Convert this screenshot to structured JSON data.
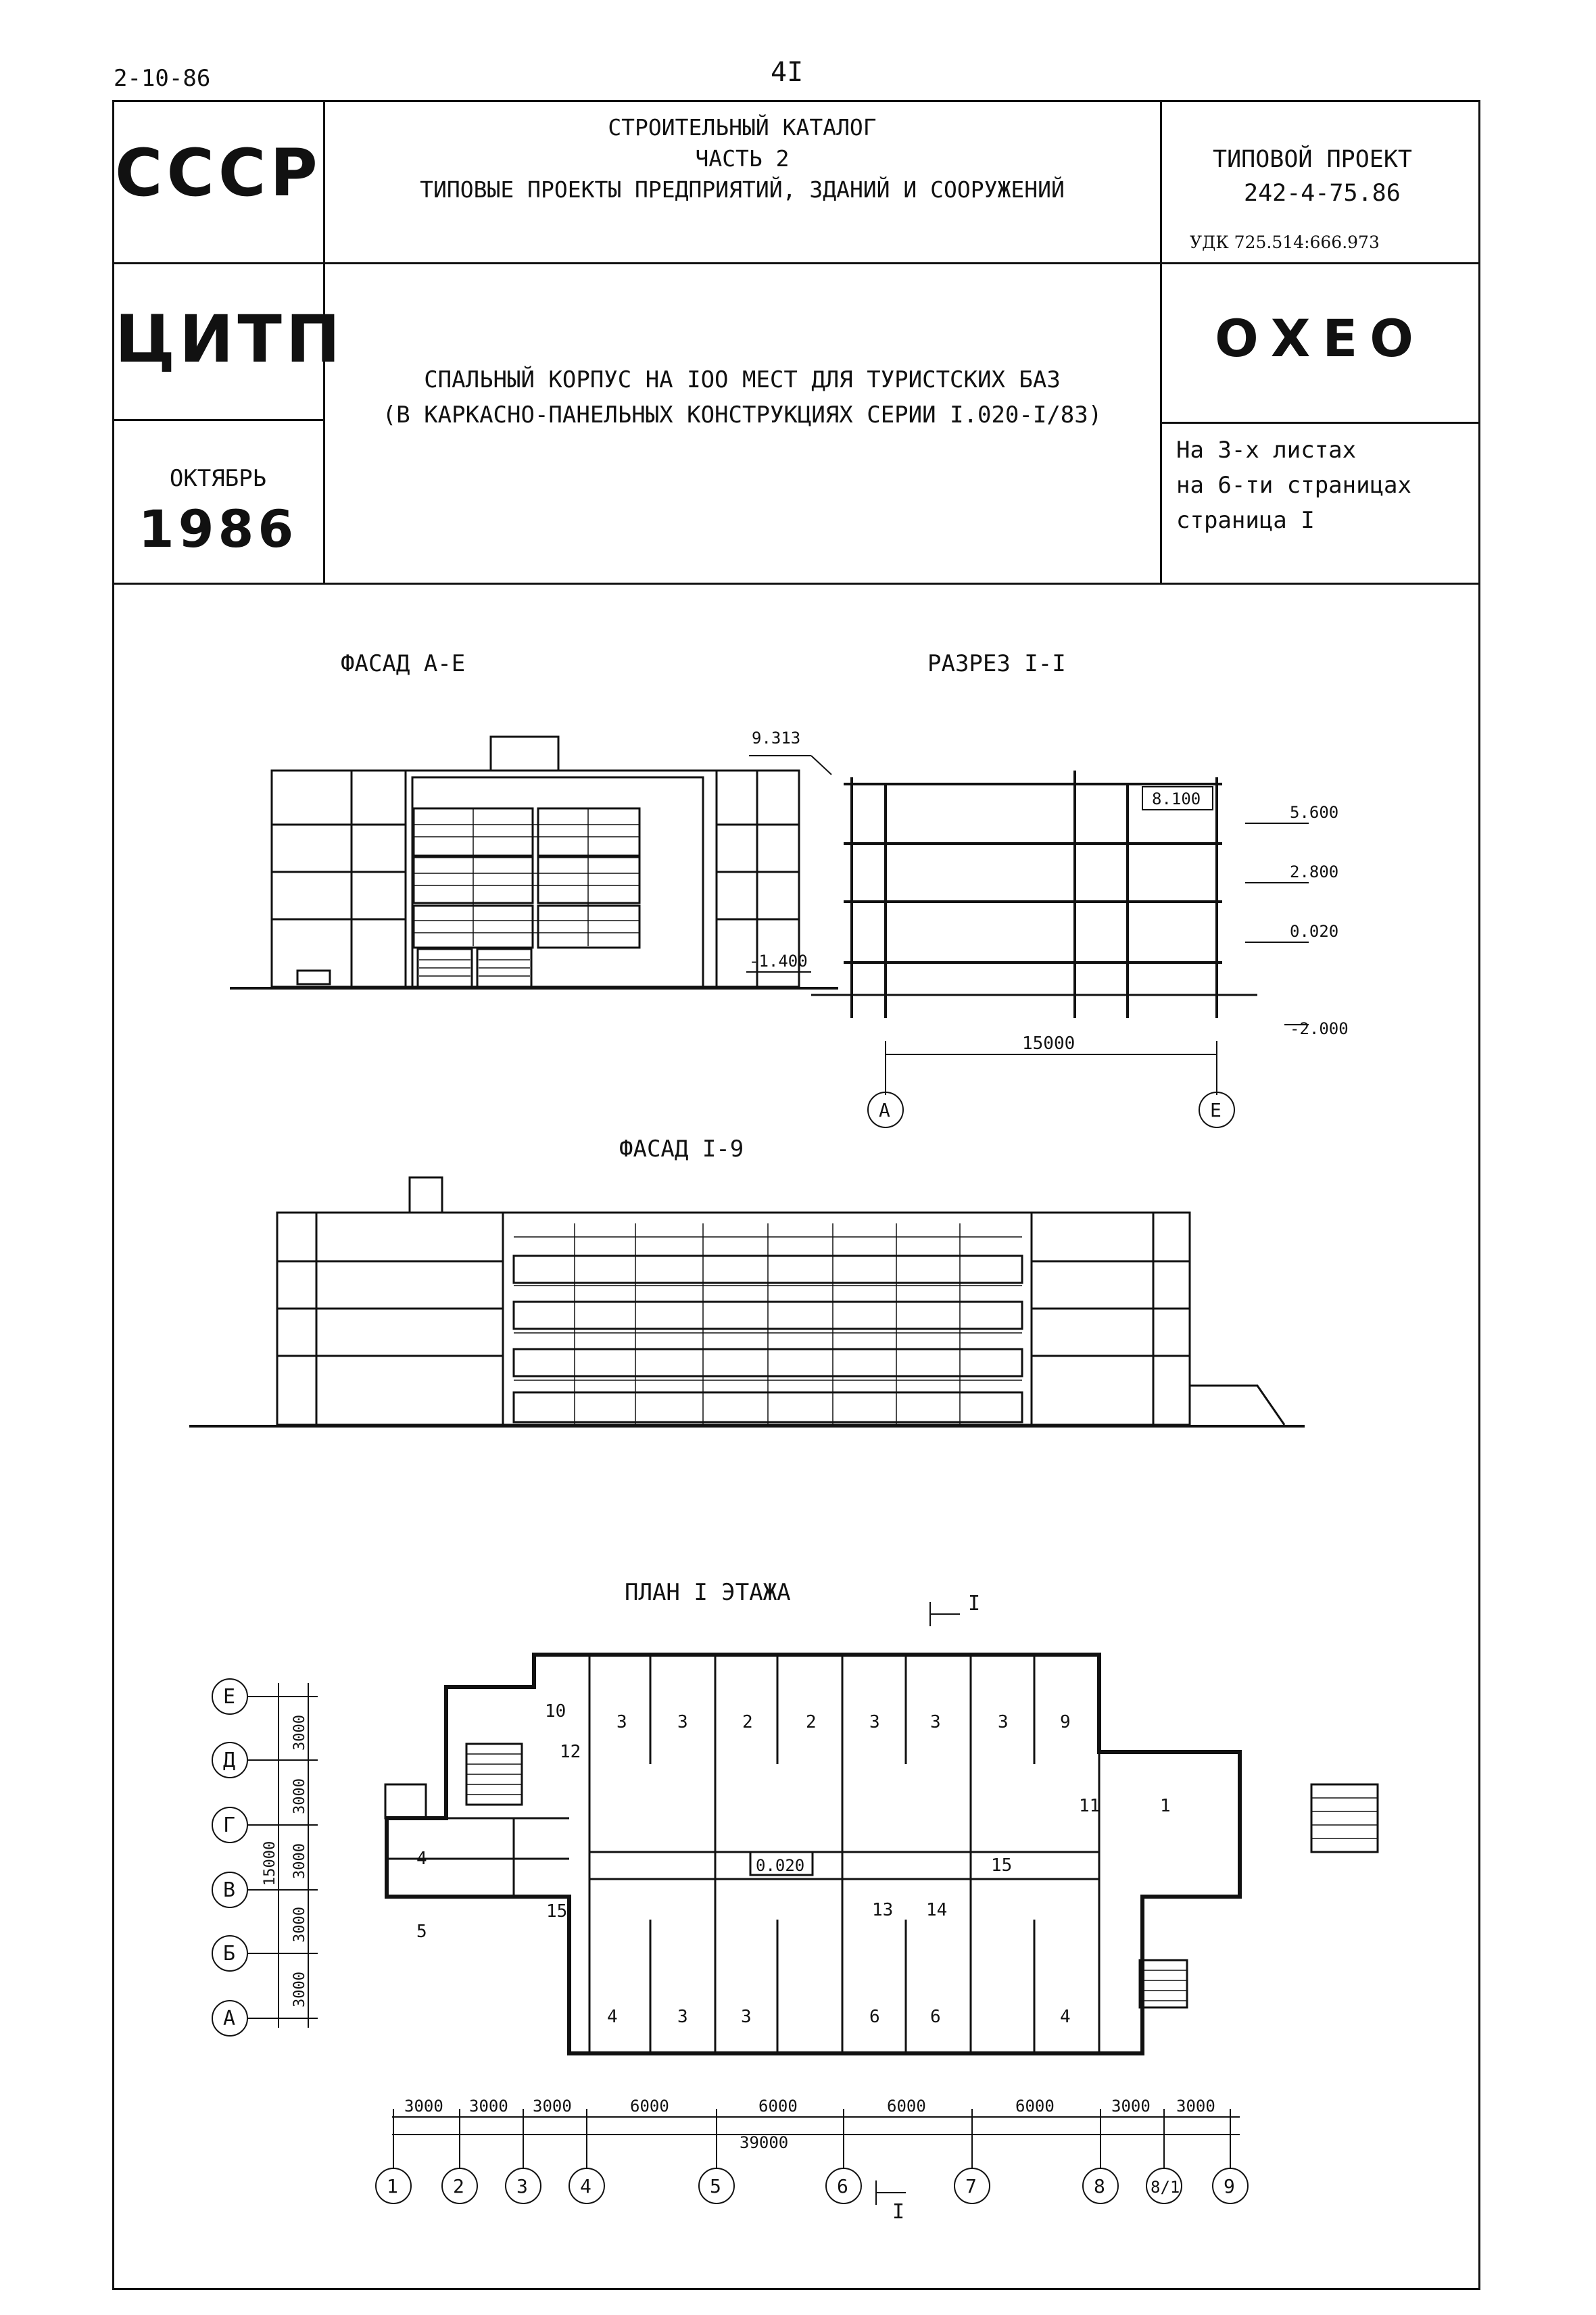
{
  "page": {
    "code": "2-10-86",
    "page_number": "4I"
  },
  "header": {
    "country": "СССР",
    "agency": "ЦИТП",
    "month": "ОКТЯБРЬ",
    "year": "1986",
    "catalog_lines": [
      "СТРОИТЕЛЬНЫЙ КАТАЛОГ",
      "ЧАСТЬ 2",
      "ТИПОВЫЕ ПРОЕКТЫ ПРЕДПРИЯТИЙ, ЗДАНИЙ И СООРУЖЕНИЙ"
    ],
    "project_label": "ТИПОВОЙ ПРОЕКТ",
    "project_number": "242-4-75.86",
    "udk": "УДК 725.514:666.973",
    "title_lines": [
      "СПАЛЬНЫЙ КОРПУС НА IOO МЕСТ ДЛЯ ТУРИСТСКИХ БАЗ",
      "(В КАРКАСНО-ПАНЕЛЬНЫХ КОНСТРУКЦИЯХ СЕРИИ I.020-I/83)"
    ],
    "code": "ОХЕО",
    "sheets_lines": [
      "На 3-х листах",
      "на 6-ти страницах",
      "страница I"
    ]
  },
  "drawings": {
    "facade_ae": {
      "title": "ФАСАД А-Е"
    },
    "section": {
      "title": "РАЗРЕЗ I-I",
      "levels": [
        "9.313",
        "8.100",
        "5.600",
        "2.800",
        "0.020",
        "-1.400",
        "-2.000"
      ],
      "span": "15000",
      "axes": [
        "А",
        "Е"
      ]
    },
    "facade_19": {
      "title": "ФАСАД I-9"
    },
    "plan": {
      "title": "ПЛАН I ЭТАЖА",
      "cut_mark": "I",
      "level": "0.020",
      "rows": [
        "Е",
        "Д",
        "Г",
        "В",
        "Б",
        "А"
      ],
      "row_dims": [
        "3000",
        "3000",
        "3000",
        "3000",
        "3000"
      ],
      "total_depth": "15000",
      "col_axes": [
        "1",
        "2",
        "3",
        "4",
        "5",
        "6",
        "7",
        "8",
        "8/1",
        "9"
      ],
      "col_dims": [
        "3000",
        "3000",
        "3000",
        "6000",
        "6000",
        "6000",
        "6000",
        "3000",
        "3000"
      ],
      "total_length": "39000",
      "room_labels": [
        "10",
        "3",
        "3",
        "2",
        "2",
        "3",
        "3",
        "3",
        "9",
        "12",
        "11",
        "1",
        "4",
        "5",
        "15",
        "15",
        "13",
        "14",
        "4",
        "3",
        "3",
        "6",
        "6",
        "4"
      ]
    }
  }
}
